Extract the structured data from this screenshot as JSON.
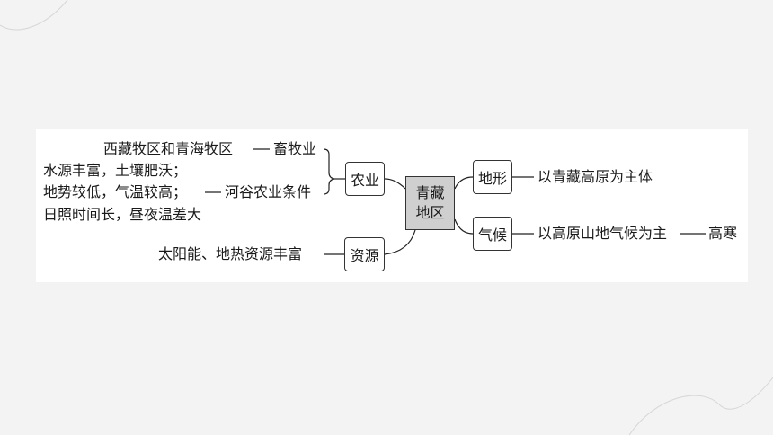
{
  "center": {
    "line1": "青藏",
    "line2": "地区"
  },
  "nodes": {
    "agriculture": "农业",
    "resources": "资源",
    "terrain": "地形",
    "climate": "气候"
  },
  "agriculture_items": {
    "row1": "西藏牧区和青海牧区",
    "row1_result": "畜牧业",
    "row2": "水源丰富，土壤肥沃；",
    "row3": "地势较低，气温较高；",
    "row3_result": "河谷农业条件",
    "row4": "日照时间长，昼夜温差大"
  },
  "resources_item": "太阳能、地热资源丰富",
  "terrain_item": "以青藏高原为主体",
  "climate_item": "以高原山地气候为主",
  "climate_result": "高寒"
}
